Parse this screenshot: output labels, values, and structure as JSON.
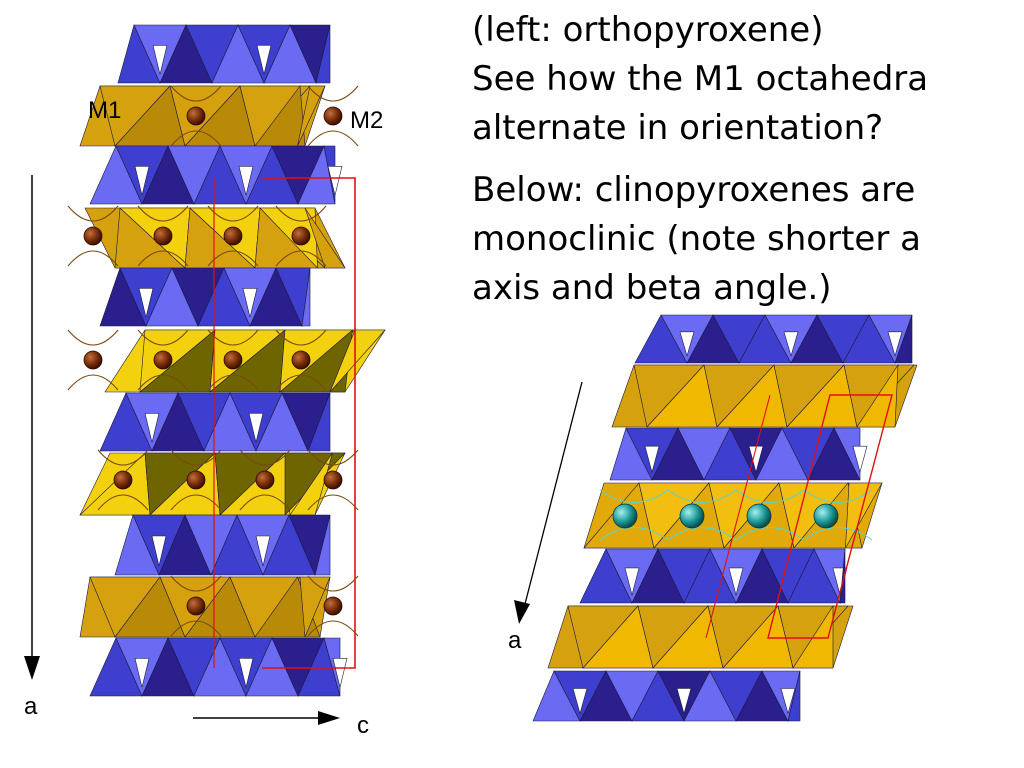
{
  "caption_top": {
    "line1": "(left: orthopyroxene)",
    "line2": "See how the M1 octahedra",
    "line3": "alternate in orientation?"
  },
  "caption_below": {
    "line1": "Below: clinopyroxenes are",
    "line2": "monoclinic (note shorter a",
    "line3": "axis and beta angle.)"
  },
  "ortho": {
    "label_m1": "M1",
    "label_m2": "M2",
    "axis_a": "a",
    "axis_c": "c"
  },
  "clino": {
    "axis_a": "a"
  },
  "colors": {
    "tet_dark": "#2a1f8c",
    "tet_mid": "#3f3fcf",
    "tet_light": "#6a6af2",
    "oct_gold": "#d6a10e",
    "oct_yellow": "#f3d10f",
    "oct_olive": "#6e6400",
    "cation_ortho": "#8a3a10",
    "cation_clino": "#2ea6a6",
    "cell_line": "#e01010"
  }
}
